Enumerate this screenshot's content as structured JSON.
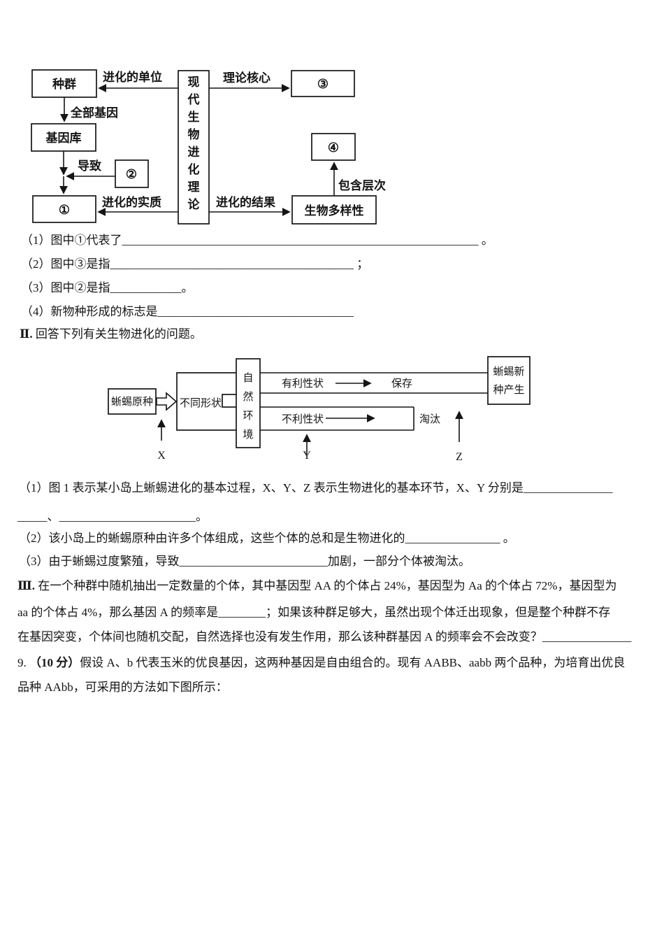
{
  "diagram1": {
    "population": "种群",
    "gene_pool": "基因库",
    "circle1": "①",
    "circle2": "②",
    "circle3": "③",
    "circle4": "④",
    "biodiversity": "生物多样性",
    "center_chars": [
      "现",
      "代",
      "生",
      "物",
      "进",
      "化",
      "理",
      "论"
    ],
    "label_unit": "进化的单位",
    "label_core": "理论核心",
    "label_all_genes": "全部基因",
    "label_cause": "导致",
    "label_essence": "进化的实质",
    "label_result": "进化的结果",
    "label_levels": "包含层次"
  },
  "part1": {
    "q1": "（1）图中①代表了____________________________________________________________ 。",
    "q2": "（2）图中③是指_________________________________________ ；",
    "q3": "（3）图中②是指____________。",
    "q4": "（4）新物种形成的标志是_________________________________"
  },
  "part2": {
    "heading_num": "Ⅱ.",
    "heading_text": " 回答下列有关生物进化的问题。",
    "q1_line1": "（1）图 1 表示某小岛上蜥蜴进化的基本过程，X、Y、Z 表示生物进化的基本环节，X、Y 分别是_______________",
    "q1_line2": "_____、_______________________。",
    "q2": "（2）该小岛上的蜥蜴原种由许多个体组成，这些个体的总和是生物进化的________________ 。",
    "q3": "（3）由于蜥蜴过度繁殖，导致_________________________加剧，一部分个体被淘汰。"
  },
  "diagram2": {
    "original_species": "蜥蜴原种",
    "different_shapes": "不同形状",
    "env_chars": [
      "自",
      "然",
      "环",
      "境"
    ],
    "favorable": "有利性状",
    "unfavorable": "不利性状",
    "preserve": "保存",
    "eliminate": "淘汰",
    "new_species_line1": "蜥蜴新",
    "new_species_line2": "种产生",
    "x_label": "X",
    "y_label": "Y",
    "z_label": "Z"
  },
  "part3": {
    "num": "Ⅲ.",
    "line1": " 在一个种群中随机抽出一定数量的个体，其中基因型 AA 的个体占 24%，基因型为 Aa 的个体占 72%，基因型为",
    "line2": "aa 的个体占 4%，那么基因 A 的频率是________；如果该种群足够大，虽然出现个体迁出现象，但是整个种群不存",
    "line3": "在基因突变，个体间也随机交配，自然选择也没有发生作用，那么该种群基因 A 的频率会不会改变？_______________"
  },
  "question9": {
    "num": "9. ",
    "score": "（10 分）",
    "line1_rest": "假设 A、b 代表玉米的优良基因，这两种基因是自由组合的。现有 AABB、aabb 两个品种，为培育出优良",
    "line2": "品种 AAbb，可采用的方法如下图所示："
  }
}
